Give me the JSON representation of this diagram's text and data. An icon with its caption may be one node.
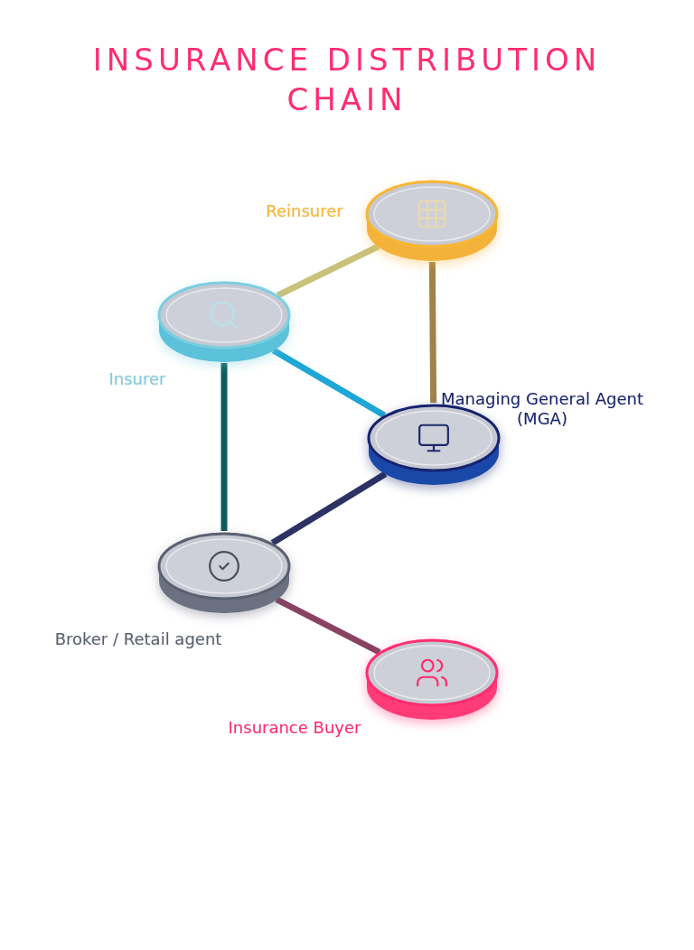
{
  "diagram": {
    "title": "INSURANCE DISTRIBUTION CHAIN",
    "nodes": [
      {
        "text": [
          "Reinsurer"
        ]
      },
      {
        "text": [
          "Insurer"
        ]
      },
      {
        "text": [
          "Managing General Agent (MGA)"
        ]
      },
      {
        "text": [
          "Broker / Retail agent"
        ]
      },
      {
        "text": [
          "Insurance Buyer"
        ]
      }
    ],
    "edges": [
      {
        "from": 0,
        "to": 1,
        "arrow": "none",
        "color": "#c8c27a"
      },
      {
        "from": 0,
        "to": 2,
        "arrow": "none",
        "color": "#a0824a"
      },
      {
        "from": 1,
        "to": 2,
        "arrow": "none",
        "color": "#1ea6d6"
      },
      {
        "from": 1,
        "to": 3,
        "arrow": "none",
        "color": "#0e5a5c"
      },
      {
        "from": 2,
        "to": 3,
        "arrow": "none",
        "color": "#2c3263"
      },
      {
        "from": 3,
        "to": 4,
        "arrow": "none",
        "color": "#8a4262"
      }
    ]
  }
}
